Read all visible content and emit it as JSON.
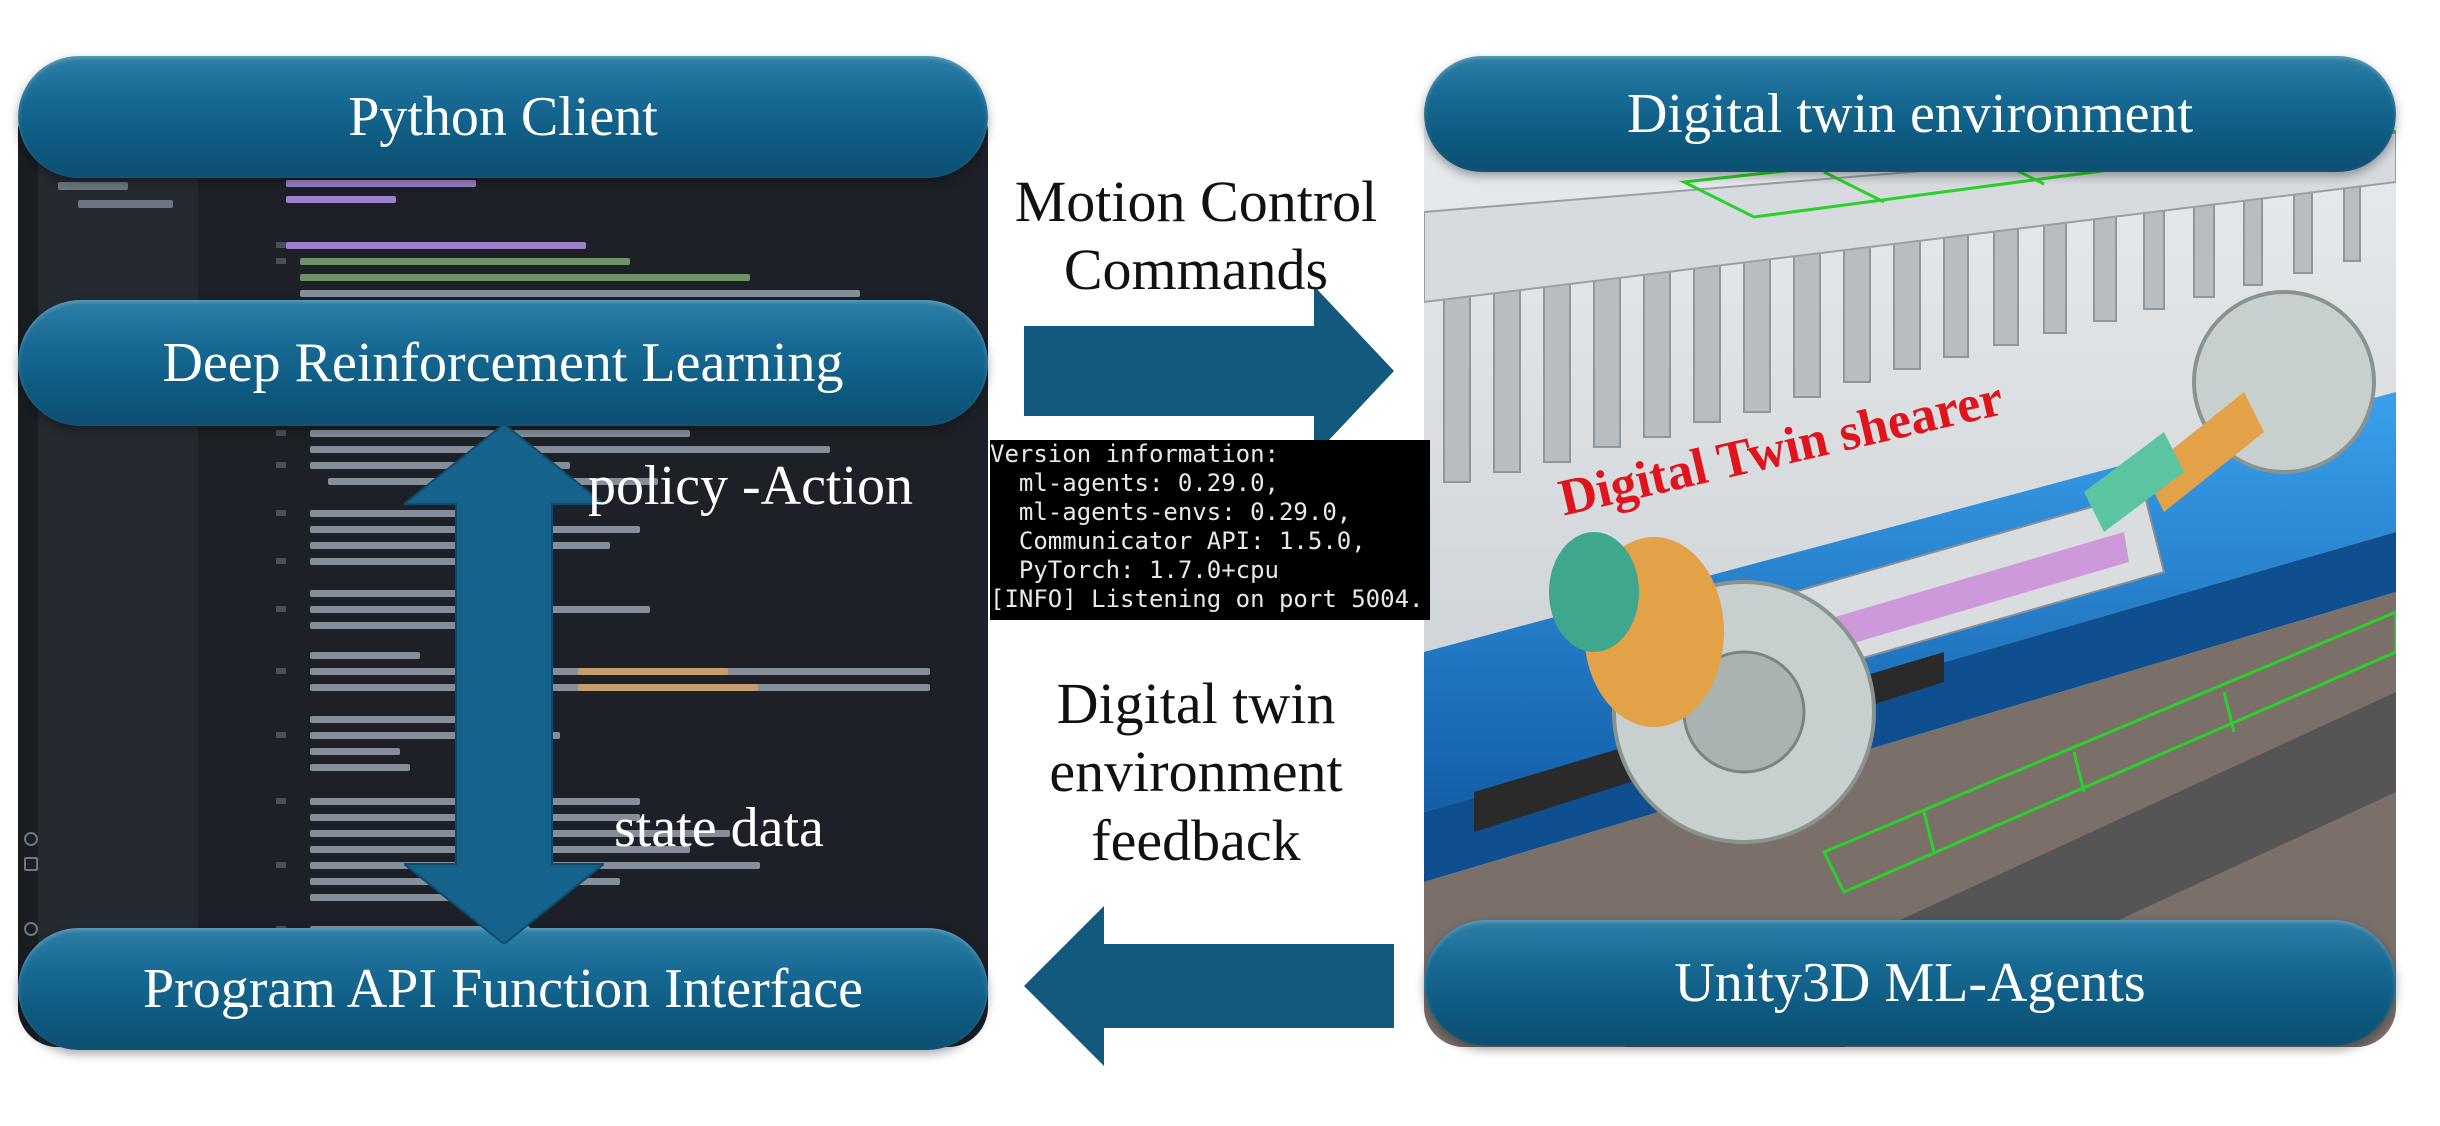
{
  "left": {
    "title": "Python Client",
    "drl_label": "Deep Reinforcement Learning",
    "api_label": "Program API Function Interface",
    "policy_label": "policy -Action",
    "state_label": "state data"
  },
  "right": {
    "title": "Digital twin environment",
    "ml_agents_label": "Unity3D ML-Agents",
    "shearer_label": "Digital Twin shearer"
  },
  "arrows": {
    "top_label_line1": "Motion Control",
    "top_label_line2": "Commands",
    "bottom_label_line1": "Digital twin",
    "bottom_label_line2": "environment",
    "bottom_label_line3": "feedback"
  },
  "terminal": {
    "lines": [
      "Version information:",
      "  ml-agents: 0.29.0,",
      "  ml-agents-envs: 0.29.0,",
      "  Communicator API: 1.5.0,",
      "  PyTorch: 1.7.0+cpu",
      "[INFO] Listening on port 5004."
    ]
  },
  "colors": {
    "pill_blue": "#176a94",
    "arrow_blue": "#13587d",
    "ide_background": "#1d2127",
    "shearer_label": "#e0141c",
    "conveyor_blue": "#1f7fd0"
  }
}
